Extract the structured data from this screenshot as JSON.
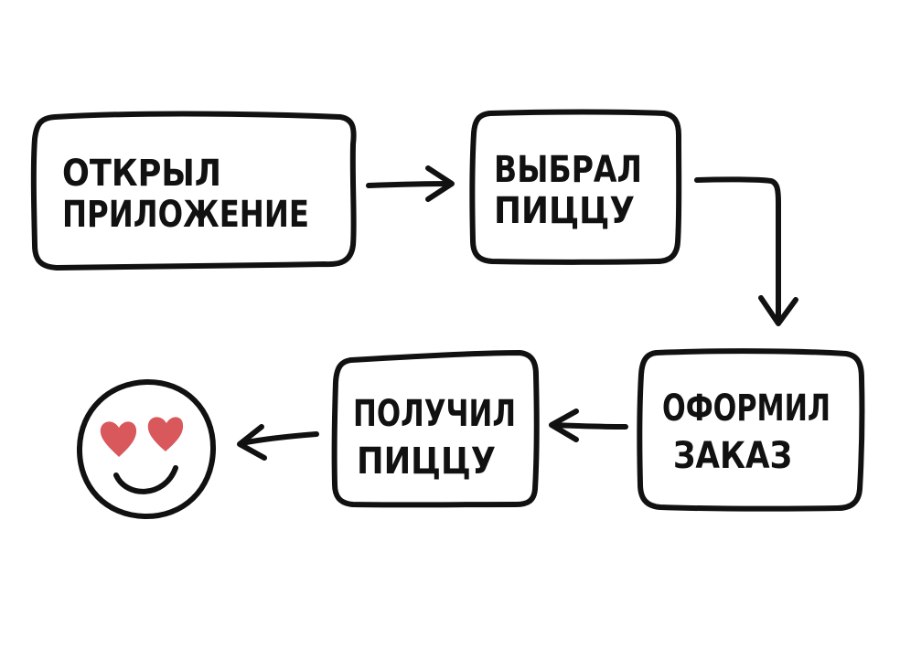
{
  "steps": [
    {
      "id": "open-app",
      "line1": "ОТКРЫЛ",
      "line2": "ПРИЛОЖЕНИЕ"
    },
    {
      "id": "choose-pizza",
      "line1": "ВЫБРАЛ",
      "line2": "ПИЦЦУ"
    },
    {
      "id": "place-order",
      "line1": "ОФОРМИЛ",
      "line2": "ЗАКАЗ"
    },
    {
      "id": "receive-pizza",
      "line1": "ПОЛУЧИЛ",
      "line2": "ПИЦЦУ"
    }
  ],
  "colors": {
    "ink": "#111111",
    "heart": "#d9585c",
    "background": "#ffffff"
  },
  "icons": {
    "result": "heart-eyes-smiley-icon"
  }
}
